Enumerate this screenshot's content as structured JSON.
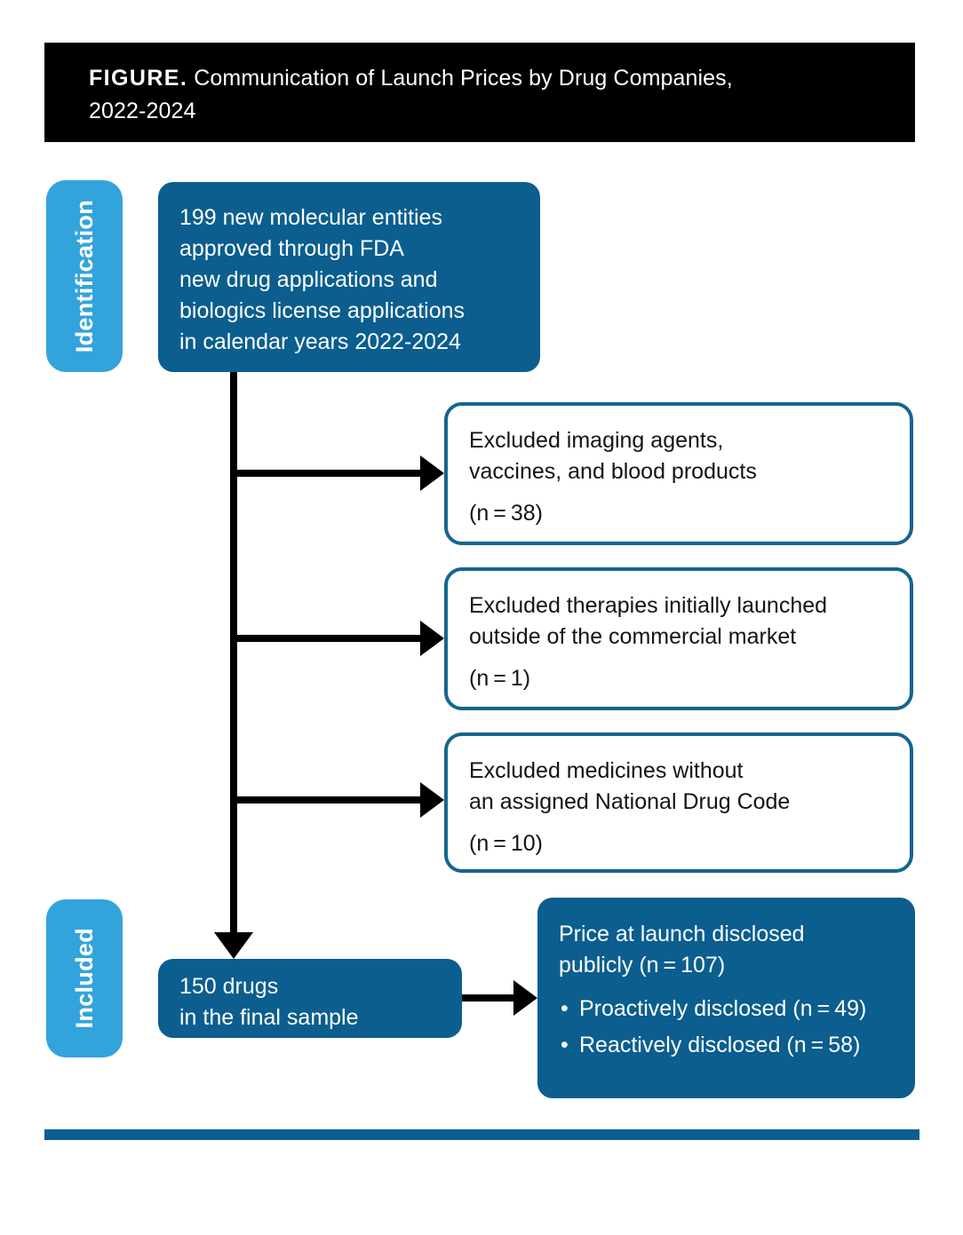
{
  "figure": {
    "label": "FIGURE.",
    "title_line1": "Communication of Launch Prices by Drug Companies,",
    "title_line2": "2022-2024"
  },
  "stages": {
    "identification": "Identification",
    "included": "Included"
  },
  "boxes": {
    "identification": {
      "line1": "199 new molecular entities",
      "line2": "approved through FDA",
      "line3": "new drug applications and",
      "line4": "biologics license applications",
      "line5": "in calendar years 2022-2024"
    },
    "excluded_1": {
      "line1": "Excluded imaging agents,",
      "line2": "vaccines, and blood products",
      "count": "(n = 38)"
    },
    "excluded_2": {
      "line1": "Excluded therapies initially launched",
      "line2": "outside of the commercial market",
      "count": "(n = 1)"
    },
    "excluded_3": {
      "line1": "Excluded medicines without",
      "line2": "an assigned National Drug Code",
      "count": "(n = 10)"
    },
    "final_sample": {
      "line1": "150 drugs",
      "line2": "in the final sample"
    },
    "disclosure": {
      "line1": "Price at launch disclosed",
      "line2": "publicly (n = 107)",
      "bullet1": "Proactively disclosed (n = 49)",
      "bullet2": "Reactively disclosed (n = 58)"
    }
  },
  "colors": {
    "header_background": "#000000",
    "stage_tab": "#33a3dc",
    "filled_box": "#0b5e8e",
    "outline_box_border": "#15658f",
    "connector": "#000000",
    "footer_rule": "#0b5e8e"
  },
  "chart_data": {
    "type": "diagram",
    "title": "Communication of Launch Prices by Drug Companies, 2022-2024",
    "flow": "PRISMA-style study selection flow diagram",
    "nodes": [
      {
        "id": "identification",
        "stage": "Identification",
        "label": "199 new molecular entities approved through FDA new drug applications and biologics license applications in calendar years 2022-2024",
        "n": 199
      },
      {
        "id": "excluded_1",
        "label": "Excluded imaging agents, vaccines, and blood products",
        "n": 38
      },
      {
        "id": "excluded_2",
        "label": "Excluded therapies initially launched outside of the commercial market",
        "n": 1
      },
      {
        "id": "excluded_3",
        "label": "Excluded medicines without an assigned National Drug Code",
        "n": 10
      },
      {
        "id": "final_sample",
        "stage": "Included",
        "label": "150 drugs in the final sample",
        "n": 150
      },
      {
        "id": "disclosure",
        "label": "Price at launch disclosed publicly",
        "n": 107
      },
      {
        "id": "proactive",
        "label": "Proactively disclosed",
        "n": 49
      },
      {
        "id": "reactive",
        "label": "Reactively disclosed",
        "n": 58
      }
    ],
    "edges": [
      {
        "from": "identification",
        "to": "excluded_1"
      },
      {
        "from": "identification",
        "to": "excluded_2"
      },
      {
        "from": "identification",
        "to": "excluded_3"
      },
      {
        "from": "identification",
        "to": "final_sample"
      },
      {
        "from": "final_sample",
        "to": "disclosure"
      }
    ]
  }
}
